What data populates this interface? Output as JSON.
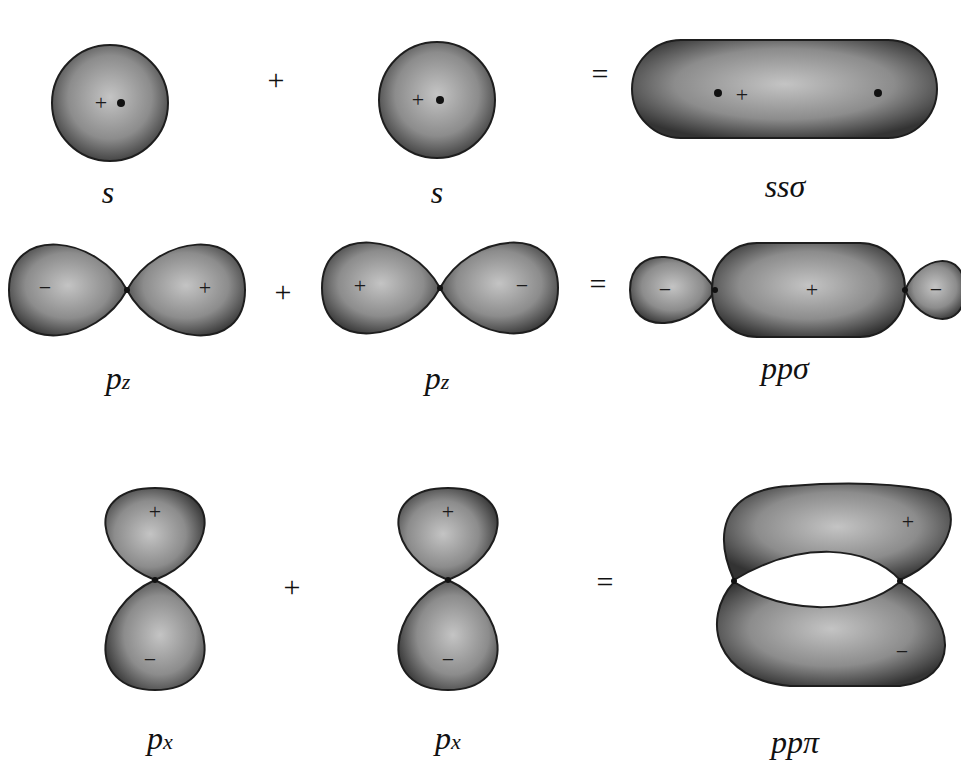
{
  "diagram": {
    "labels": [
      "+",
      "+",
      "+",
      "s",
      "+",
      "s",
      "=",
      "ssσ",
      "−",
      "+",
      "pz",
      "+",
      "+",
      "−",
      "pz",
      "=",
      "−",
      "+",
      "−",
      "ppσ",
      "+",
      "−",
      "px",
      "+",
      "+",
      "−",
      "px",
      "=",
      "+",
      "−",
      "ppπ"
    ]
  }
}
